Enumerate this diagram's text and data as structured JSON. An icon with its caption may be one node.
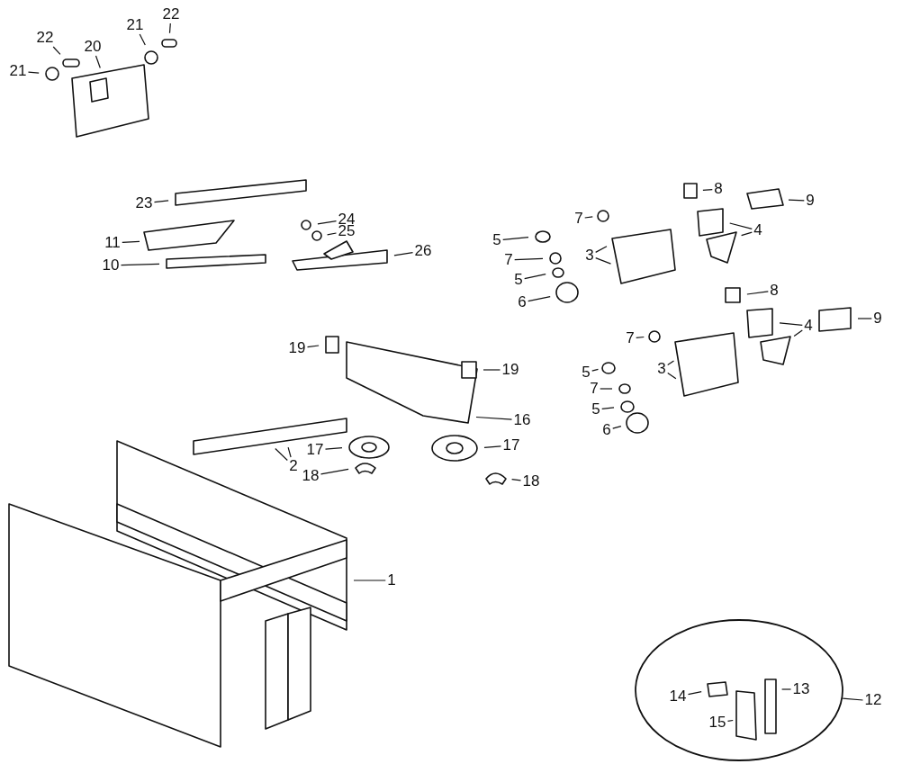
{
  "diagram": {
    "nodes": [
      {
        "text": [
          "21"
        ]
      },
      {
        "text": [
          "22"
        ]
      },
      {
        "text": [
          "20"
        ]
      },
      {
        "text": [
          "21"
        ]
      },
      {
        "text": [
          "22"
        ]
      },
      {
        "text": [
          "23"
        ]
      },
      {
        "text": [
          "24"
        ]
      },
      {
        "text": [
          "25"
        ]
      },
      {
        "text": [
          "11"
        ]
      },
      {
        "text": [
          "26"
        ]
      },
      {
        "text": [
          "10"
        ]
      },
      {
        "text": [
          "5"
        ]
      },
      {
        "text": [
          "7"
        ]
      },
      {
        "text": [
          "7"
        ]
      },
      {
        "text": [
          "3"
        ]
      },
      {
        "text": [
          "5"
        ]
      },
      {
        "text": [
          "6"
        ]
      },
      {
        "text": [
          "8"
        ]
      },
      {
        "text": [
          "9"
        ]
      },
      {
        "text": [
          "4"
        ]
      },
      {
        "text": [
          "8"
        ]
      },
      {
        "text": [
          "9"
        ]
      },
      {
        "text": [
          "4"
        ]
      },
      {
        "text": [
          "7"
        ]
      },
      {
        "text": [
          "5"
        ]
      },
      {
        "text": [
          "3"
        ]
      },
      {
        "text": [
          "7"
        ]
      },
      {
        "text": [
          "5"
        ]
      },
      {
        "text": [
          "6"
        ]
      },
      {
        "text": [
          "19"
        ]
      },
      {
        "text": [
          "19"
        ]
      },
      {
        "text": [
          "16"
        ]
      },
      {
        "text": [
          "17"
        ]
      },
      {
        "text": [
          "17"
        ]
      },
      {
        "text": [
          "2"
        ]
      },
      {
        "text": [
          "18"
        ]
      },
      {
        "text": [
          "18"
        ]
      },
      {
        "text": [
          "1"
        ]
      },
      {
        "text": [],
        "shape": "circle"
      },
      {
        "text": [
          "12"
        ]
      },
      {
        "text": [
          "14"
        ],
        "in": 38
      },
      {
        "text": [
          "15"
        ],
        "in": 38
      },
      {
        "text": [
          "13"
        ],
        "in": 38
      }
    ],
    "edges": [
      {
        "from": 0,
        "to": null,
        "arrow": "none"
      },
      {
        "from": 1,
        "to": null,
        "arrow": "none"
      },
      {
        "from": 2,
        "to": null,
        "arrow": "none"
      },
      {
        "from": 3,
        "to": null,
        "arrow": "none"
      },
      {
        "from": 4,
        "to": null,
        "arrow": "none"
      },
      {
        "from": 5,
        "to": null,
        "arrow": "none"
      },
      {
        "from": 6,
        "to": null,
        "arrow": "none"
      },
      {
        "from": 7,
        "to": null,
        "arrow": "none"
      },
      {
        "from": 8,
        "to": null,
        "arrow": "none"
      },
      {
        "from": 9,
        "to": null,
        "arrow": "none"
      },
      {
        "from": 10,
        "to": null,
        "arrow": "none"
      },
      {
        "from": 11,
        "to": null,
        "arrow": "none"
      },
      {
        "from": 12,
        "to": null,
        "arrow": "none"
      },
      {
        "from": 13,
        "to": null,
        "arrow": "none"
      },
      {
        "from": 14,
        "to": null,
        "arrow": "none"
      },
      {
        "from": 14,
        "to": null,
        "arrow": "none"
      },
      {
        "from": 15,
        "to": null,
        "arrow": "none"
      },
      {
        "from": 16,
        "to": null,
        "arrow": "none"
      },
      {
        "from": 17,
        "to": null,
        "arrow": "none"
      },
      {
        "from": 18,
        "to": null,
        "arrow": "none"
      },
      {
        "from": 19,
        "to": null,
        "arrow": "none"
      },
      {
        "from": 19,
        "to": null,
        "arrow": "none"
      },
      {
        "from": 20,
        "to": null,
        "arrow": "none"
      },
      {
        "from": 21,
        "to": null,
        "arrow": "none"
      },
      {
        "from": 22,
        "to": null,
        "arrow": "none"
      },
      {
        "from": 22,
        "to": null,
        "arrow": "none"
      },
      {
        "from": 23,
        "to": null,
        "arrow": "none"
      },
      {
        "from": 24,
        "to": null,
        "arrow": "none"
      },
      {
        "from": 25,
        "to": null,
        "arrow": "none"
      },
      {
        "from": 25,
        "to": null,
        "arrow": "none"
      },
      {
        "from": 26,
        "to": null,
        "arrow": "none"
      },
      {
        "from": 27,
        "to": null,
        "arrow": "none"
      },
      {
        "from": 28,
        "to": null,
        "arrow": "none"
      },
      {
        "from": 29,
        "to": null,
        "arrow": "none"
      },
      {
        "from": 30,
        "to": null,
        "arrow": "none"
      },
      {
        "from": 31,
        "to": null,
        "arrow": "none"
      },
      {
        "from": 32,
        "to": null,
        "arrow": "none"
      },
      {
        "from": 33,
        "to": null,
        "arrow": "none"
      },
      {
        "from": 34,
        "to": null,
        "arrow": "none"
      },
      {
        "from": 34,
        "to": null,
        "arrow": "none"
      },
      {
        "from": 35,
        "to": null,
        "arrow": "none"
      },
      {
        "from": 36,
        "to": null,
        "arrow": "none"
      },
      {
        "from": 37,
        "to": null,
        "arrow": "none"
      },
      {
        "from": 39,
        "to": 38,
        "arrow": "none"
      },
      {
        "from": 40,
        "to": null,
        "arrow": "none"
      },
      {
        "from": 41,
        "to": null,
        "arrow": "none"
      },
      {
        "from": 42,
        "to": null,
        "arrow": "none"
      }
    ]
  }
}
